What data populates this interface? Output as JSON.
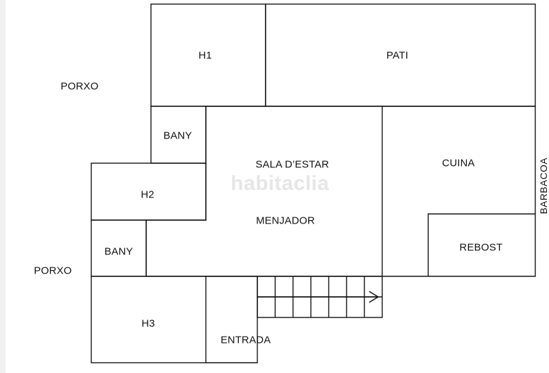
{
  "rooms": {
    "h1": "H1",
    "pati": "PATI",
    "porxo_top": "PORXO",
    "bany_top": "BANY",
    "sala": "SALA D’ESTAR",
    "cuina": "CUINA",
    "barbacoa": "BARBACOA",
    "h2": "H2",
    "menjador": "MENJADOR",
    "bany_bottom": "BANY",
    "rebost": "REBOST",
    "porxo_bottom": "PORXO",
    "h3": "H3",
    "entrada": "ENTRADA"
  },
  "watermark": "habitaclia",
  "colors": {
    "line": "#111111",
    "background": "#ffffff",
    "watermark": "#c8c8c8"
  }
}
